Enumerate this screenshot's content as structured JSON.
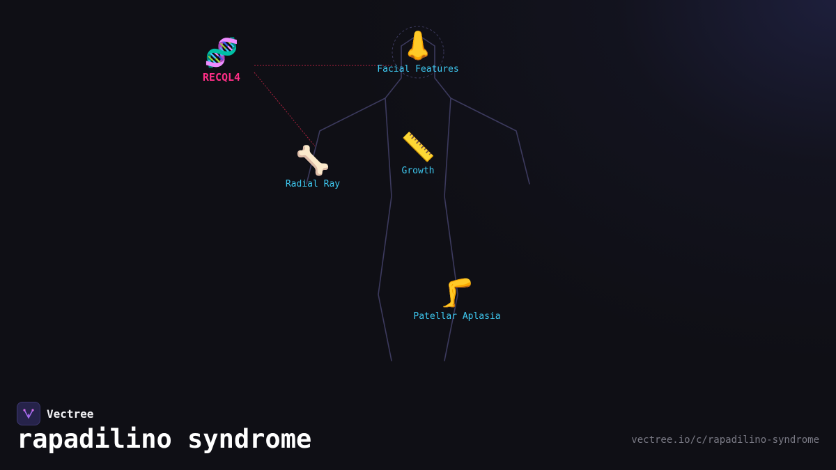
{
  "gene": {
    "label": "RECQL4",
    "icon": "dna-icon",
    "emoji": "🧬",
    "color": "#ff2e86"
  },
  "features": [
    {
      "label": "Facial Features",
      "icon": "nose-icon",
      "emoji": "👃"
    },
    {
      "label": "Growth",
      "icon": "ruler-icon",
      "emoji": "📏"
    },
    {
      "label": "Radial Ray",
      "icon": "bone-icon",
      "emoji": "🦴"
    },
    {
      "label": "Patellar Aplasia",
      "icon": "leg-icon",
      "emoji": "🦵"
    }
  ],
  "feature_label_color": "#3ec8f0",
  "brand": {
    "name": "Vectree",
    "icon": "vectree-logo-icon"
  },
  "title": "rapadilino syndrome",
  "url": "vectree.io/c/rapadilino-syndrome",
  "colors": {
    "background": "#0f0f15",
    "body_outline": "#3c3a5e",
    "gene_link": "#b0223f"
  }
}
